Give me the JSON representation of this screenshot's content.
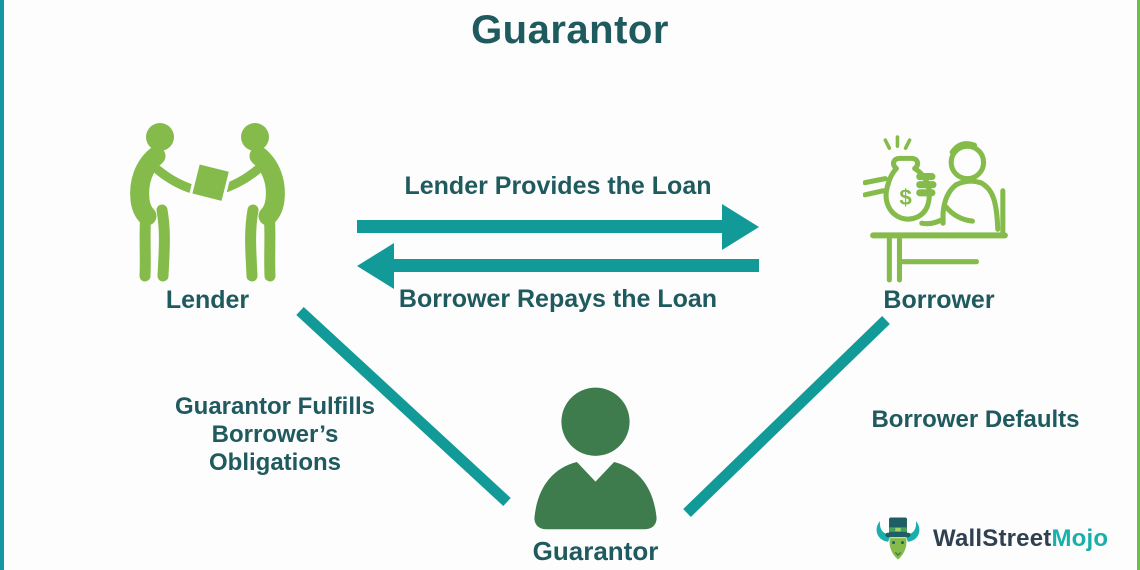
{
  "title": "Guarantor",
  "colors": {
    "teal": "#129a98",
    "dark_teal_text": "#1e5a5e",
    "light_green": "#85bb4b",
    "dark_green": "#3e7c4d",
    "left_border": "#1697a3",
    "right_border": "#6abf48",
    "logo_dark": "#2f4050",
    "logo_teal": "#19b0ac"
  },
  "entities": {
    "lender": {
      "label": "Lender"
    },
    "borrower": {
      "label": "Borrower"
    },
    "guarantor": {
      "label": "Guarantor"
    }
  },
  "relations": {
    "lender_to_borrower": "Lender Provides the Loan",
    "borrower_to_lender": "Borrower Repays the Loan",
    "guarantor_note_lines": [
      "Guarantor Fulfills",
      "Borrower’s",
      "Obligations"
    ],
    "borrower_default_note": "Borrower Defaults"
  },
  "logo": {
    "wallstreet": "WallStreet",
    "mojo": "Mojo"
  }
}
